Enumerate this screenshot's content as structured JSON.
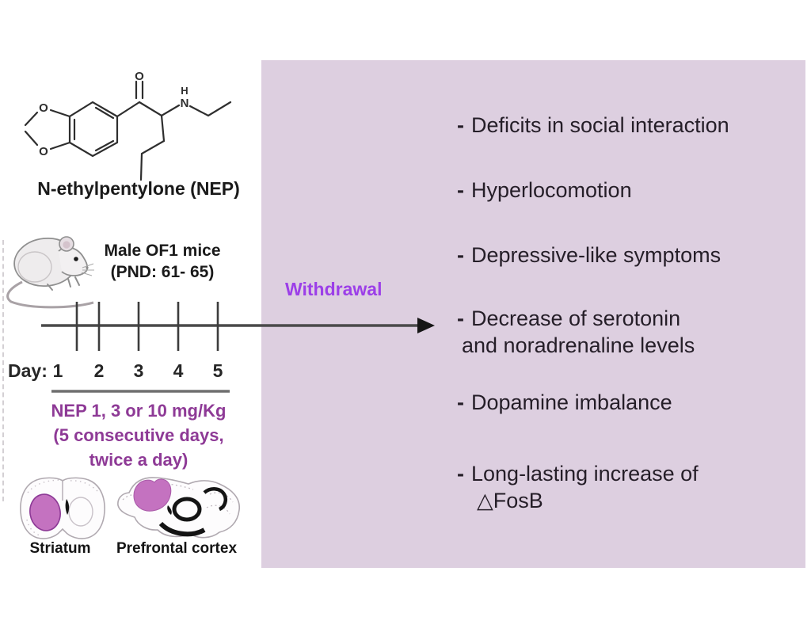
{
  "molecule": {
    "name_label": "N-ethylpentylone (NEP)",
    "atoms": {
      "carbonyl_o": "O",
      "dioxole_o_top": "O",
      "dioxole_o_bottom": "O",
      "amine_n": "N",
      "amine_h": "H"
    }
  },
  "experiment": {
    "subject_line1": "Male OF1 mice",
    "subject_line2": "(PND: 61- 65)",
    "day_prefix": "Day:",
    "days": [
      "1",
      "2",
      "3",
      "4",
      "5"
    ],
    "dose_lines": [
      "NEP 1, 3 or 10 mg/Kg",
      "(5 consecutive days,",
      "twice a day)"
    ],
    "regions": {
      "left": "Striatum",
      "right": "Prefrontal cortex"
    }
  },
  "withdrawal_label": "Withdrawal",
  "outcomes": {
    "items": [
      {
        "marker": "-",
        "lines": [
          "Deficits in social interaction"
        ]
      },
      {
        "marker": "-",
        "lines": [
          "Hyperlocomotion"
        ]
      },
      {
        "marker": "-",
        "lines": [
          "Depressive-like symptoms"
        ]
      },
      {
        "marker": "-",
        "lines": [
          "Decrease of serotonin",
          "and noradrenaline levels"
        ]
      },
      {
        "marker": "-",
        "lines": [
          "Dopamine imbalance"
        ]
      },
      {
        "marker": "-",
        "lines": [
          "Long-lasting increase of",
          "△FosB"
        ]
      }
    ]
  },
  "colors": {
    "panel_bg": "#ddcfe0",
    "withdrawal_text": "#9c3fe8",
    "dose_text": "#8e3a96",
    "region_fill": "#c472c0",
    "arrow": "#4a4a4a"
  }
}
